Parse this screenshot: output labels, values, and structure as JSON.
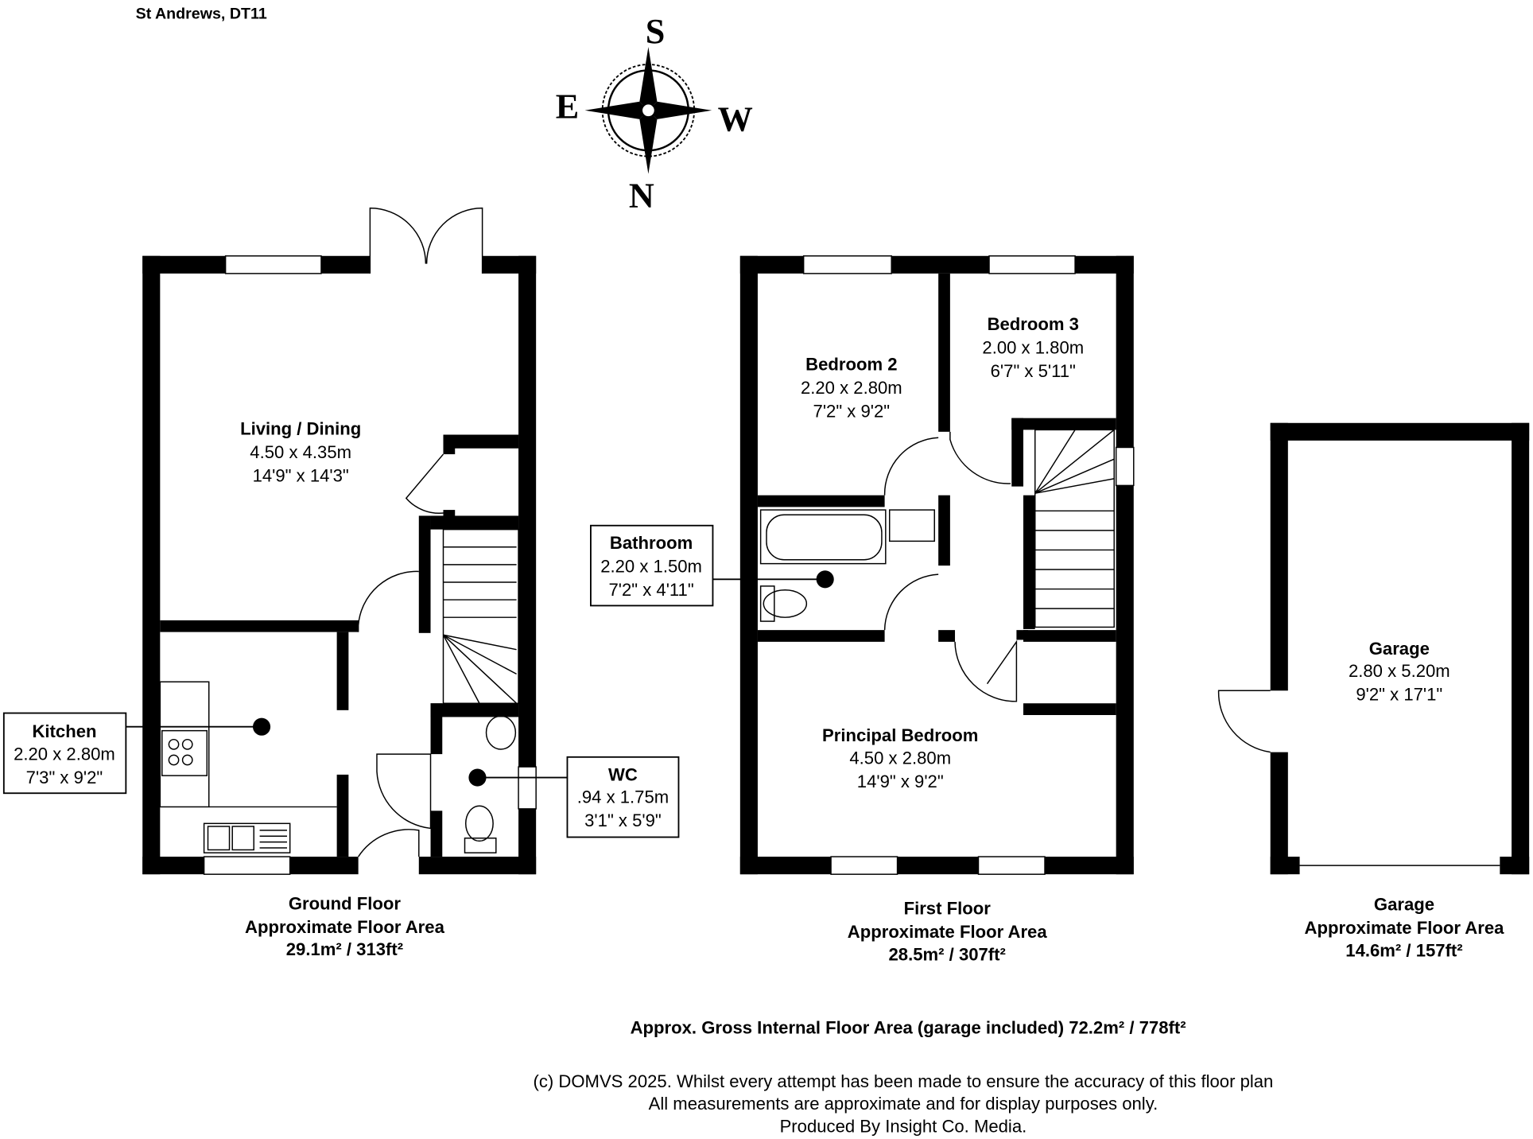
{
  "header": {
    "address": "St Andrews, DT11"
  },
  "compass": {
    "top": "S",
    "left": "E",
    "right": "W",
    "bottom": "N"
  },
  "ground_floor": {
    "rooms": [
      {
        "name": "Living / Dining",
        "metric": "4.50 x 4.35m",
        "imperial": "14'9\" x 14'3\""
      },
      {
        "name": "Kitchen",
        "metric": "2.20 x 2.80m",
        "imperial": "7'3\" x 9'2\""
      },
      {
        "name": "WC",
        "metric": ".94 x 1.75m",
        "imperial": "3'1\" x 5'9\""
      }
    ],
    "caption": {
      "title": "Ground Floor",
      "subtitle": "Approximate Floor Area",
      "area": "29.1m² / 313ft²"
    }
  },
  "first_floor": {
    "rooms": [
      {
        "name": "Bedroom 2",
        "metric": "2.20 x 2.80m",
        "imperial": "7'2\" x 9'2\""
      },
      {
        "name": "Bedroom 3",
        "metric": "2.00 x 1.80m",
        "imperial": "6'7\" x 5'11\""
      },
      {
        "name": "Bathroom",
        "metric": "2.20 x 1.50m",
        "imperial": "7'2\" x 4'11\""
      },
      {
        "name": "Principal Bedroom",
        "metric": "4.50 x 2.80m",
        "imperial": "14'9\" x 9'2\""
      }
    ],
    "caption": {
      "title": "First Floor",
      "subtitle": "Approximate Floor Area",
      "area": "28.5m² / 307ft²"
    }
  },
  "garage": {
    "rooms": [
      {
        "name": "Garage",
        "metric": "2.80 x 5.20m",
        "imperial": "9'2\" x 17'1\""
      }
    ],
    "caption": {
      "title": "Garage",
      "subtitle": "Approximate Floor Area",
      "area": "14.6m² / 157ft²"
    }
  },
  "footer": {
    "gross_area": "Approx. Gross Internal Floor Area (garage included) 72.2m² / 778ft²",
    "disclaimer": [
      "(c) DOMVS 2025. Whilst every attempt has been made to ensure the accuracy of this floor plan",
      "All measurements are approximate and for display purposes only.",
      "Produced By Insight Co. Media."
    ]
  }
}
